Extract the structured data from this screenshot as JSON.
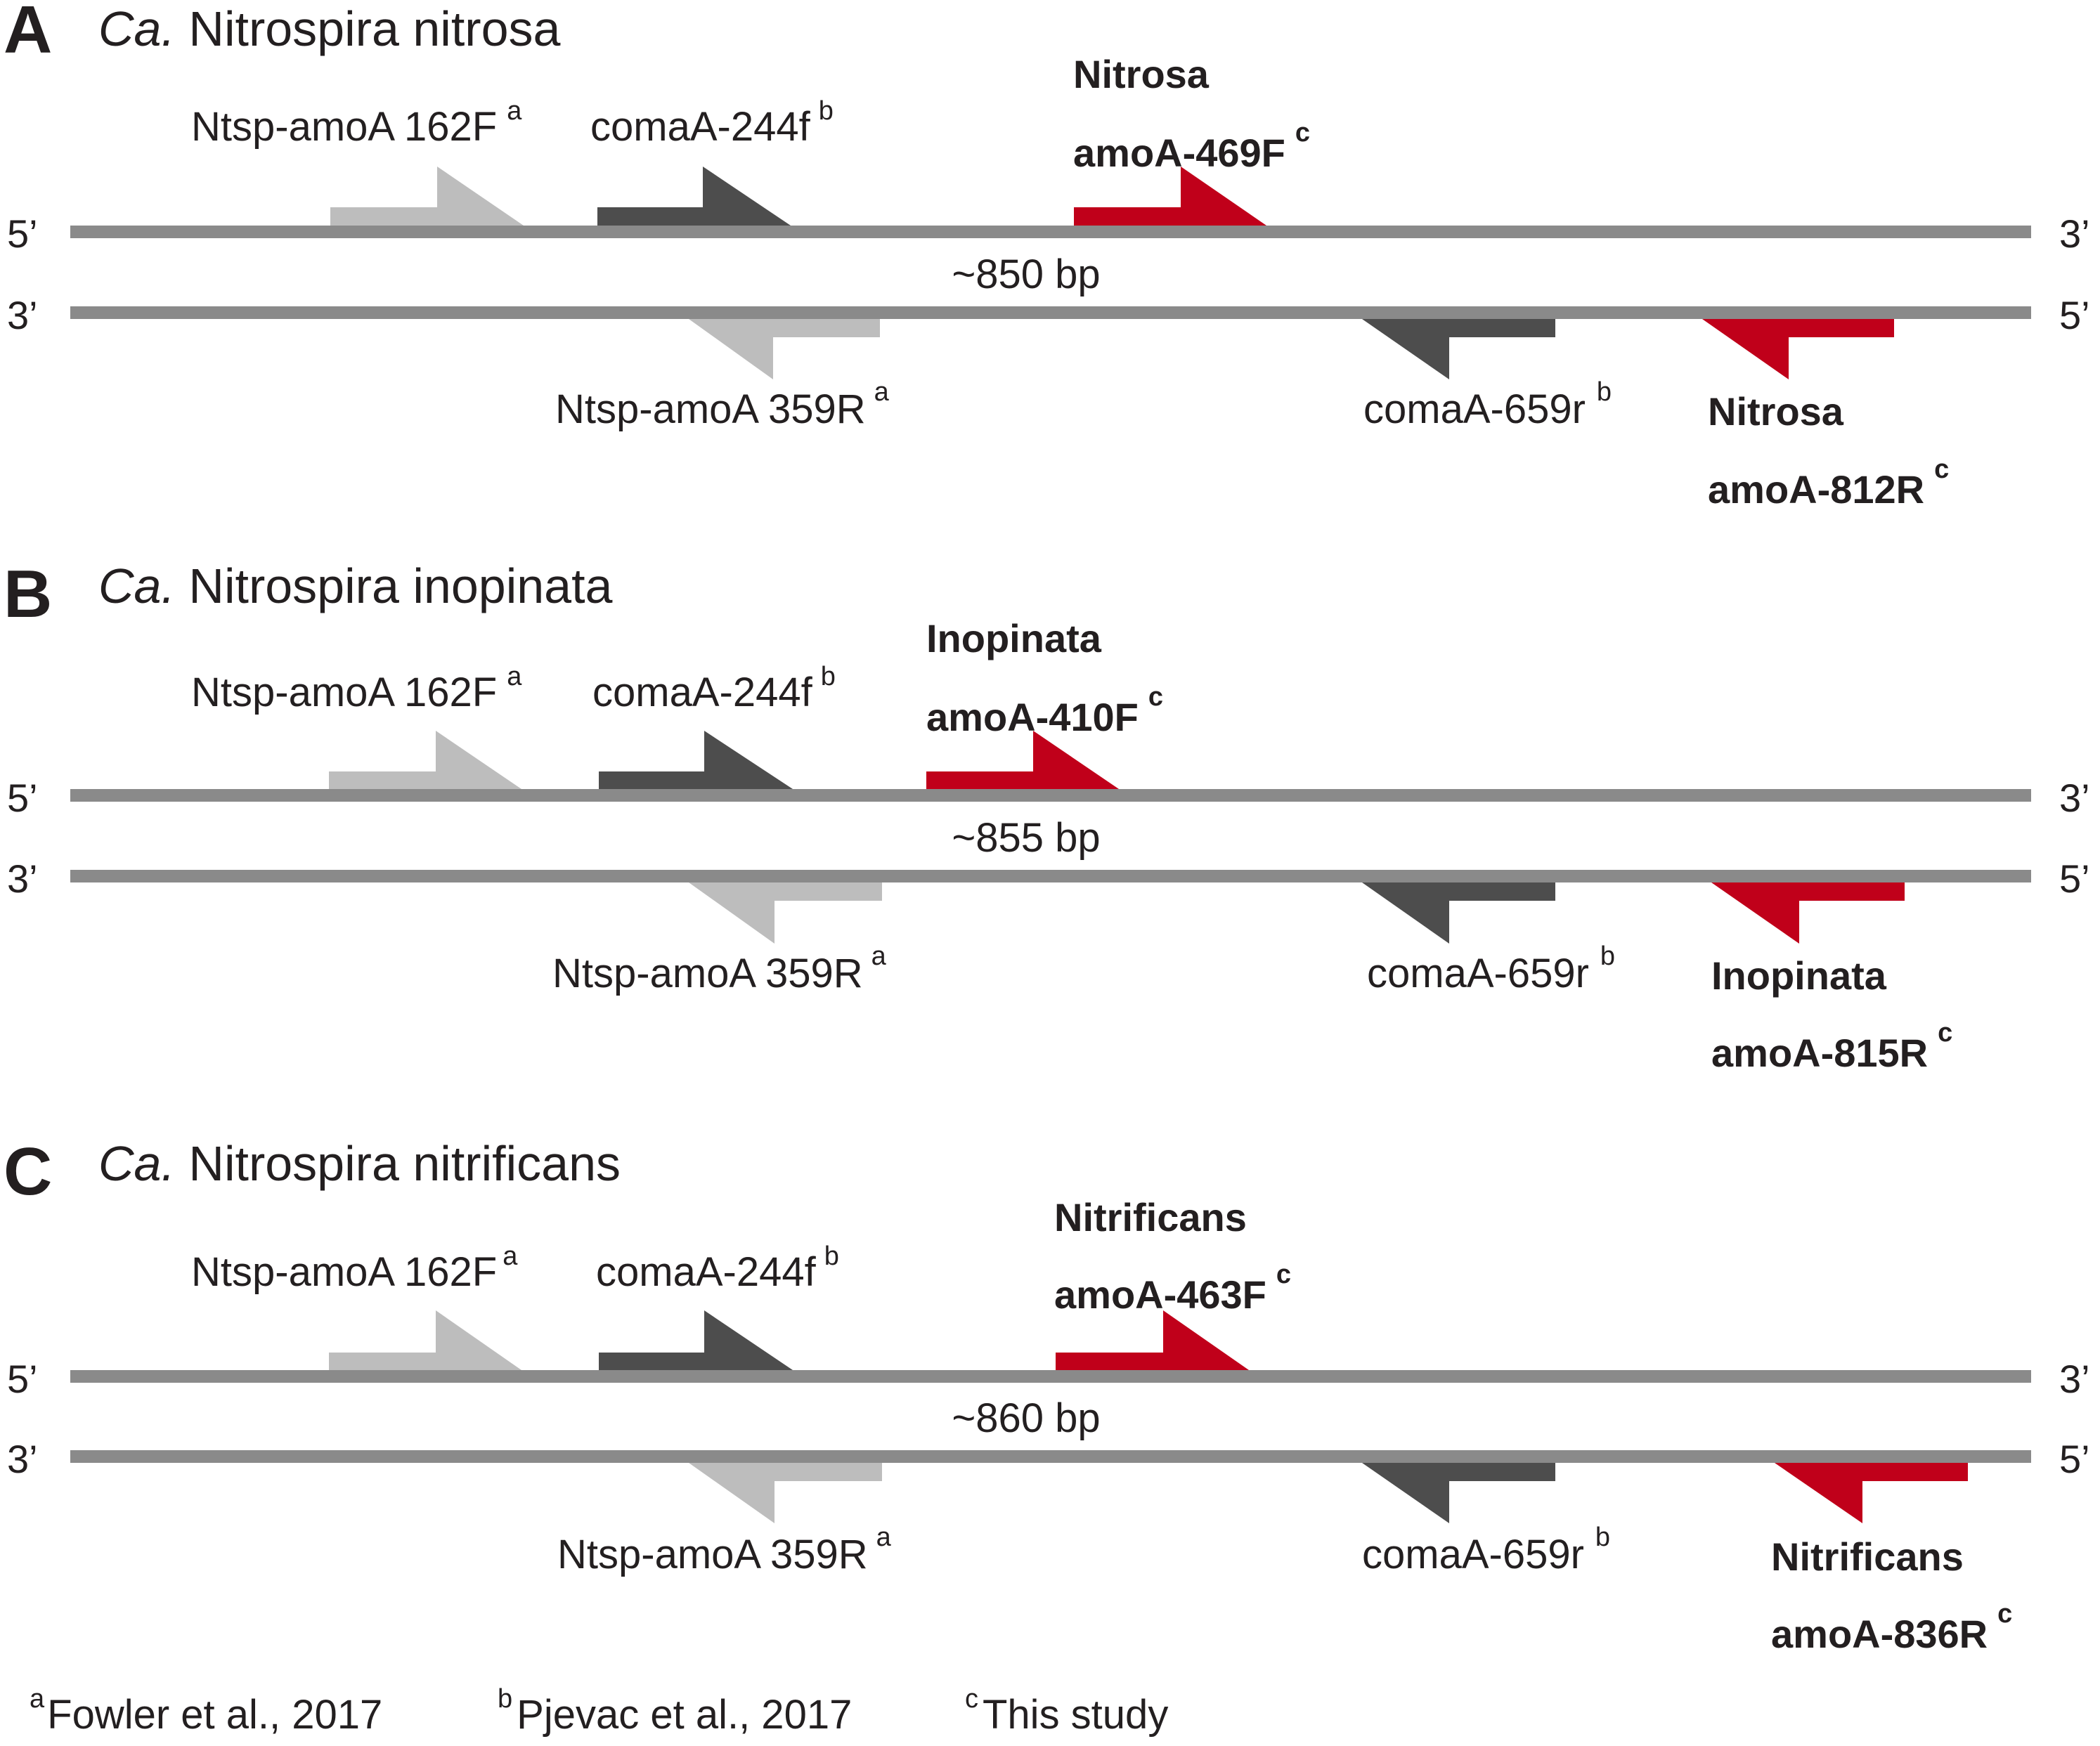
{
  "colors": {
    "strand": "#8a8a8a",
    "primer_light": "#bdbdbd",
    "primer_dark": "#4d4d4d",
    "primer_red": "#c0001a",
    "text": "#231f20"
  },
  "strand_labels": {
    "five_prime": "5’",
    "three_prime": "3’"
  },
  "panels": [
    {
      "letter": "A",
      "title_prefix": "Ca.",
      "title_name": "Nitrospira nitrosa",
      "amplicon": "~850 bp",
      "primers": {
        "ntsp_f": {
          "label": "Ntsp-amoA 162F",
          "sup": "a"
        },
        "coma_f": {
          "label": "comaA-244f",
          "sup": "b"
        },
        "specific_f": {
          "line1": "Nitrosa",
          "line2": "amoA-469F",
          "sup": "c"
        },
        "ntsp_r": {
          "label": "Ntsp-amoA 359R",
          "sup": "a"
        },
        "coma_r": {
          "label": "comaA-659r",
          "sup": "b"
        },
        "specific_r": {
          "line1": "Nitrosa",
          "line2": "amoA-812R",
          "sup": "c"
        }
      }
    },
    {
      "letter": "B",
      "title_prefix": "Ca.",
      "title_name": "Nitrospira inopinata",
      "amplicon": "~855 bp",
      "primers": {
        "ntsp_f": {
          "label": "Ntsp-amoA 162F",
          "sup": "a"
        },
        "coma_f": {
          "label": "comaA-244f",
          "sup": "b"
        },
        "specific_f": {
          "line1": "Inopinata",
          "line2": "amoA-410F",
          "sup": "c"
        },
        "ntsp_r": {
          "label": "Ntsp-amoA 359R",
          "sup": "a"
        },
        "coma_r": {
          "label": "comaA-659r",
          "sup": "b"
        },
        "specific_r": {
          "line1": "Inopinata",
          "line2": "amoA-815R",
          "sup": "c"
        }
      }
    },
    {
      "letter": "C",
      "title_prefix": "Ca.",
      "title_name": "Nitrospira nitrificans",
      "amplicon": "~860 bp",
      "primers": {
        "ntsp_f": {
          "label": "Ntsp-amoA 162F",
          "sup": "a"
        },
        "coma_f": {
          "label": "comaA-244f",
          "sup": "b"
        },
        "specific_f": {
          "line1": "Nitrificans",
          "line2": "amoA-463F",
          "sup": "c"
        },
        "ntsp_r": {
          "label": "Ntsp-amoA 359R",
          "sup": "a"
        },
        "coma_r": {
          "label": "comaA-659r",
          "sup": "b"
        },
        "specific_r": {
          "line1": "Nitrificans",
          "line2": "amoA-836R",
          "sup": "c"
        }
      }
    }
  ],
  "footnotes": [
    {
      "sup": "a",
      "text": "Fowler et al., 2017"
    },
    {
      "sup": "b",
      "text": "Pjevac et al., 2017"
    },
    {
      "sup": "c",
      "text": "This study"
    }
  ]
}
